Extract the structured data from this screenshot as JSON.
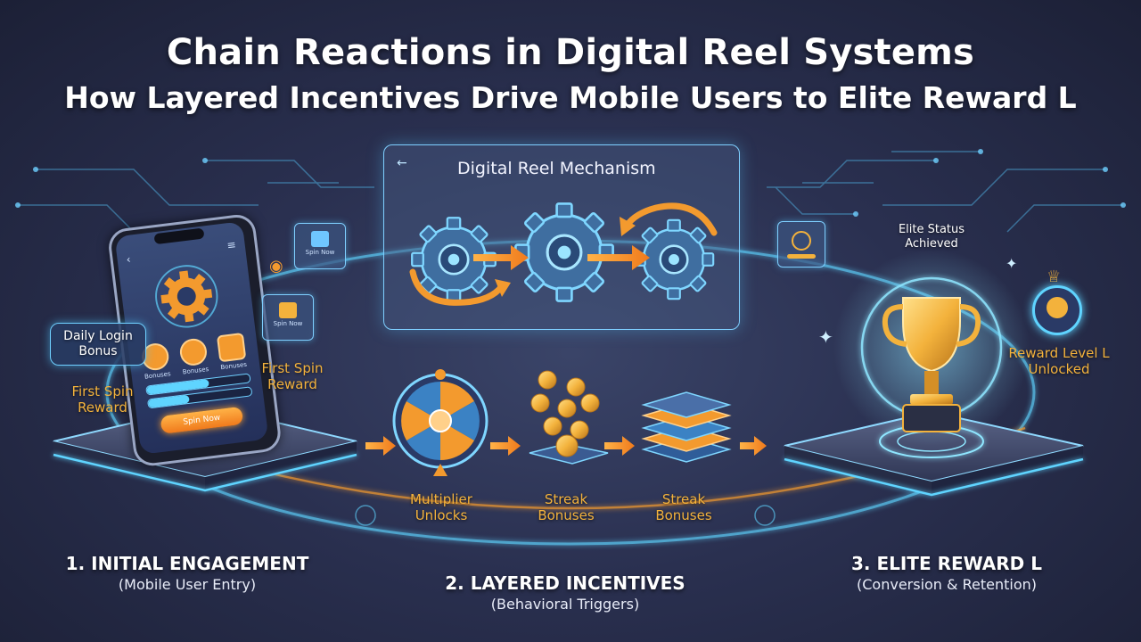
{
  "title": {
    "line1": "Chain Reactions in Digital Reel Systems",
    "line2": "How Layered Incentives Drive Mobile Users to Elite Reward L"
  },
  "panel": {
    "title": "Digital Reel Mechanism",
    "back_icon": "arrow-left-icon"
  },
  "phone": {
    "buttons": [
      "Bonuses",
      "Bonuses",
      "Bonuses"
    ],
    "spin_label": "Spin Now"
  },
  "left_labels": {
    "daily_login": "Daily Login Bonus",
    "first_spin_left": "First Spin Reward",
    "first_spin_right": "First Spin Reward"
  },
  "floating_icons": [
    {
      "label": "Spin Now"
    },
    {
      "label": "Spin Now"
    }
  ],
  "incentives": [
    {
      "label": "Multiplier Unlocks"
    },
    {
      "label": "Streak Bonuses"
    },
    {
      "label": "Streak Bonuses"
    }
  ],
  "elite": {
    "status": "Elite Status Achieved",
    "reward": "Reward Level L Unlocked"
  },
  "steps": [
    {
      "title": "1. INITIAL ENGAGEMENT",
      "subtitle": "(Mobile User Entry)"
    },
    {
      "title": "2. LAYERED INCENTIVES",
      "subtitle": "(Behavioral Triggers)"
    },
    {
      "title": "3. ELITE REWARD L",
      "subtitle": "(Conversion & Retention)"
    }
  ],
  "colors": {
    "accent_cyan": "#5fd4ff",
    "accent_orange": "#f39a2e",
    "gold": "#f3b23c",
    "bg_dark": "#1c2036"
  }
}
